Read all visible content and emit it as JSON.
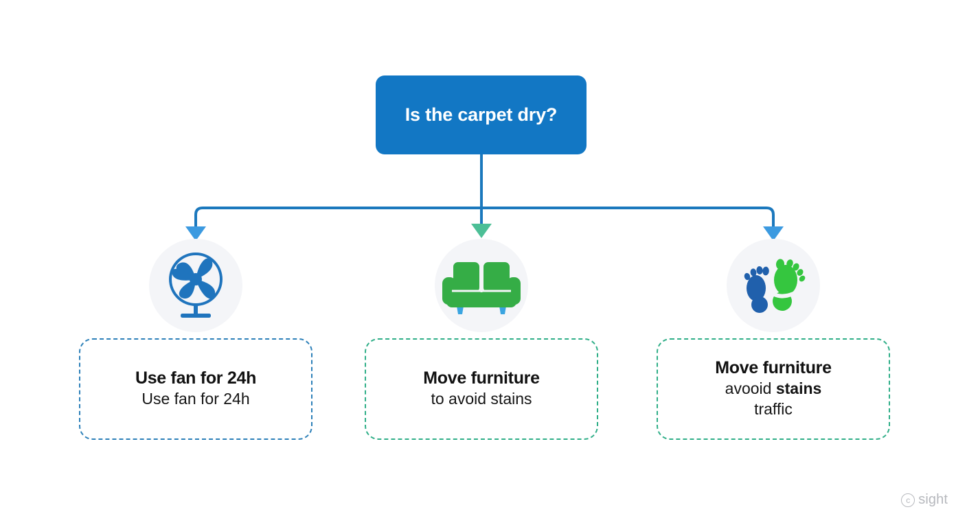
{
  "diagram": {
    "root": {
      "label": "Is the carpet dry?",
      "fill": "#1277c4",
      "text_color": "#ffffff"
    },
    "connector": {
      "line_color": "#1b78bd",
      "arrow_colors": [
        "#3c9ae0",
        "#4cbf96",
        "#3c9ae0"
      ]
    },
    "branches": [
      {
        "icon": "fan-icon",
        "icon_circle_color": "#f4f5f8",
        "card_border_color": "#2b7fb8",
        "card_border_style": "dashed",
        "title": "Use fan for 24h",
        "subtitle": "Use fan for 24h",
        "subtitle_bold_part": "",
        "third_line": ""
      },
      {
        "icon": "sofa-icon",
        "icon_circle_color": "#f4f5f8",
        "card_border_color": "#2eae87",
        "card_border_style": "dashed",
        "title": "Move furniture",
        "subtitle": "to avoid stains",
        "subtitle_bold_part": "",
        "third_line": ""
      },
      {
        "icon": "footprints-icon",
        "icon_circle_color": "#f4f5f8",
        "card_border_color": "#2eae87",
        "card_border_style": "dashed",
        "title": "Move furniture",
        "subtitle": "avooid ",
        "subtitle_bold_part": "stains",
        "third_line": "traffic"
      }
    ]
  },
  "watermark": {
    "mark": "ⓒ",
    "text": "sight"
  }
}
